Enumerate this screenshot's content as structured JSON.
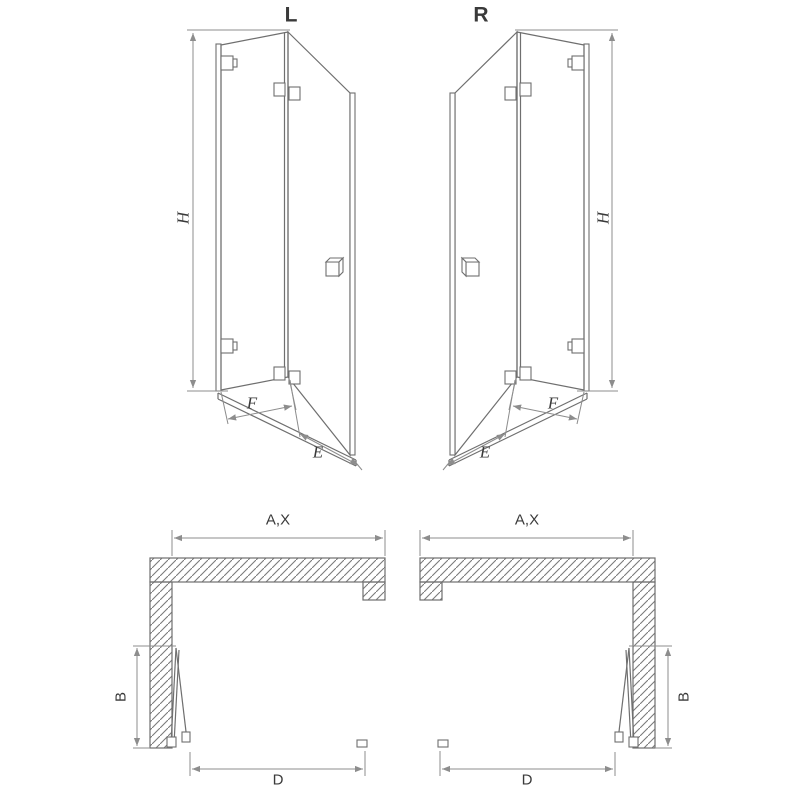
{
  "page": {
    "background": "#ffffff",
    "line_color": "#6f6f6f",
    "dim_color": "#8d8d8d",
    "hatch_color": "#7a7a7a",
    "text_color": "#3a3a3a"
  },
  "elevation_left": {
    "label": "L",
    "dim_height": "H",
    "dim_fixed_panel": "F",
    "dim_door_panel": "E"
  },
  "elevation_right": {
    "label": "R",
    "dim_height": "H",
    "dim_fixed_panel": "F",
    "dim_door_panel": "E"
  },
  "plan_left": {
    "dim_width": "A,X",
    "dim_depth": "B",
    "dim_span": "D"
  },
  "plan_right": {
    "dim_width": "A,X",
    "dim_depth": "B",
    "dim_span": "D"
  }
}
